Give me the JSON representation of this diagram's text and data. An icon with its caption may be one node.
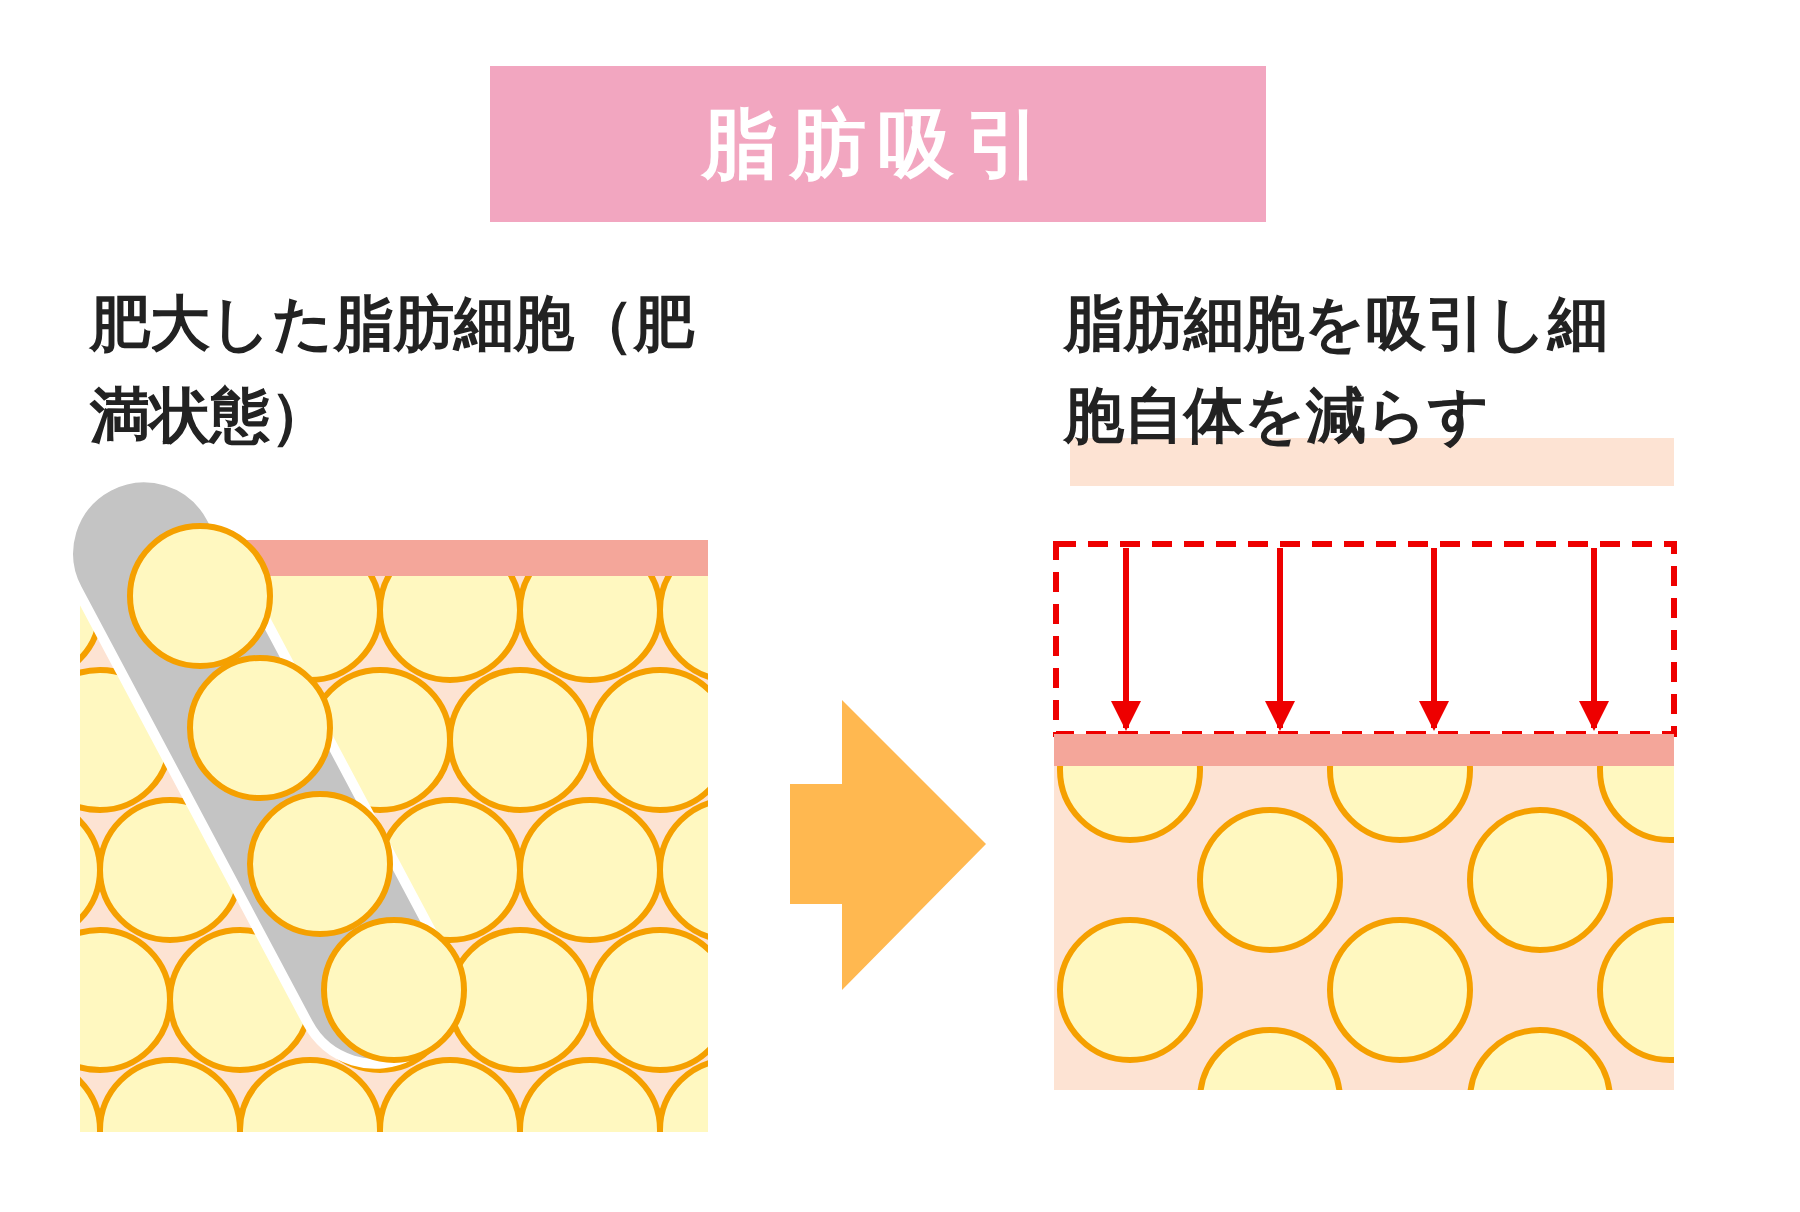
{
  "diagram": {
    "title": "脂肪吸引",
    "labels": [
      "肥大した脂肪細胞（肥満状態）",
      "脂肪細胞を吸引し細胞自体を減らす"
    ]
  }
}
